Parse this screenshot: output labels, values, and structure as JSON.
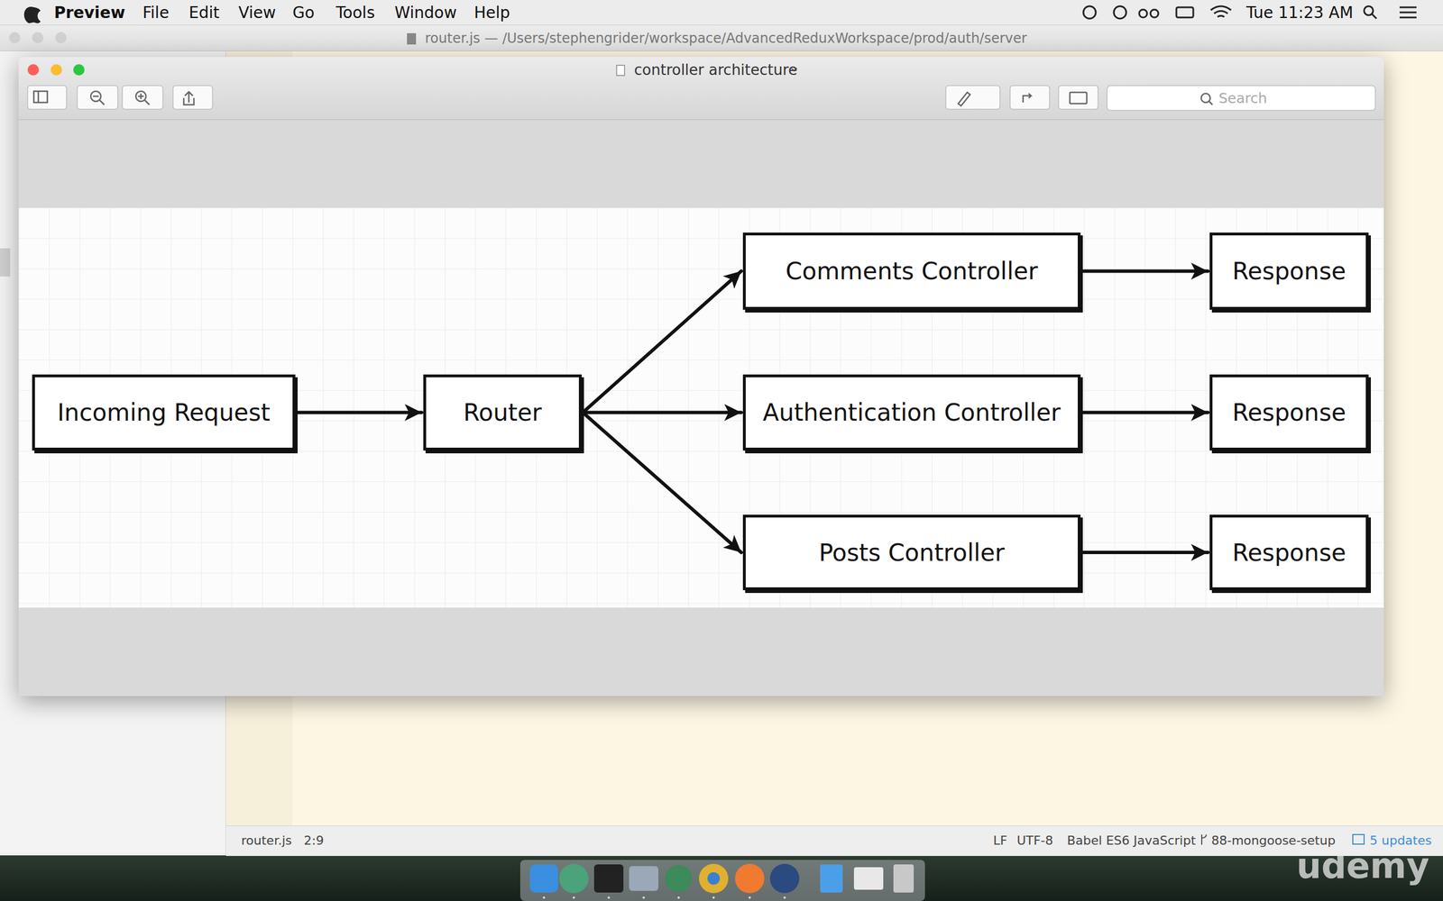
{
  "diagram": {
    "nodes": [
      {
        "text": [
          "Incoming Request"
        ]
      },
      {
        "text": [
          "Router"
        ]
      },
      {
        "text": [
          "Comments Controller"
        ]
      },
      {
        "text": [
          "Response"
        ]
      },
      {
        "text": [
          "Authentication Controller"
        ]
      },
      {
        "text": [
          "Response"
        ]
      },
      {
        "text": [
          "Posts Controller"
        ]
      },
      {
        "text": [
          "Response"
        ]
      }
    ],
    "edges": [
      {
        "from": 0,
        "to": 1,
        "arrow": "to"
      },
      {
        "from": 1,
        "to": 2,
        "arrow": "to"
      },
      {
        "from": 1,
        "to": 4,
        "arrow": "to"
      },
      {
        "from": 1,
        "to": 6,
        "arrow": "to"
      },
      {
        "from": 2,
        "to": 3,
        "arrow": "to"
      },
      {
        "from": 4,
        "to": 5,
        "arrow": "to"
      },
      {
        "from": 6,
        "to": 7,
        "arrow": "to"
      }
    ],
    "labels": [
      "Preview",
      "File",
      "Edit",
      "View",
      "Go",
      "Tools",
      "Window",
      "Help",
      "Tue 11:23 AM",
      "router.js — /Users/stephengrider/workspace/AdvancedReduxWorkspace/prod/auth/server",
      "controller architecture",
      "Search",
      "router.js",
      "2:9",
      "LF",
      "UTF-8",
      "Babel ES6 JavaScript",
      "88-mongoose-setup",
      "5 updates",
      "udemy"
    ]
  }
}
